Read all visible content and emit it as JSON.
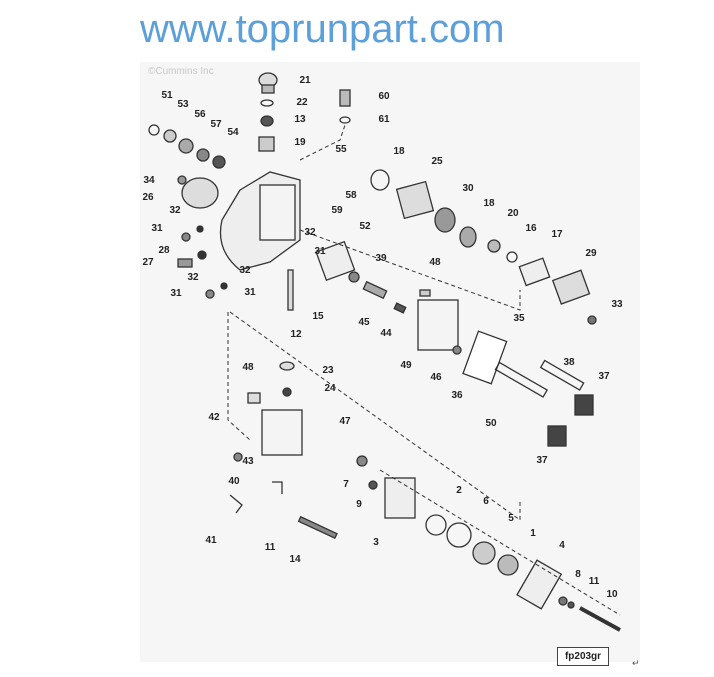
{
  "copyright": "©Cummins Inc",
  "watermark": "www.toprunpart.com",
  "figure_code": "fp203gr",
  "return_mark": "↵",
  "callouts": [
    "21",
    "60",
    "51",
    "53",
    "56",
    "57",
    "54",
    "22",
    "13",
    "61",
    "19",
    "55",
    "18",
    "25",
    "34",
    "26",
    "32",
    "31",
    "58",
    "59",
    "30",
    "18",
    "20",
    "16",
    "17",
    "52",
    "32",
    "31",
    "28",
    "27",
    "32",
    "32",
    "31",
    "31",
    "39",
    "48",
    "29",
    "33",
    "12",
    "15",
    "45",
    "44",
    "35",
    "49",
    "46",
    "36",
    "38",
    "37",
    "48",
    "23",
    "24",
    "42",
    "47",
    "50",
    "43",
    "40",
    "37",
    "7",
    "9",
    "2",
    "6",
    "5",
    "1",
    "3",
    "4",
    "41",
    "11",
    "14",
    "8",
    "11",
    "10"
  ]
}
